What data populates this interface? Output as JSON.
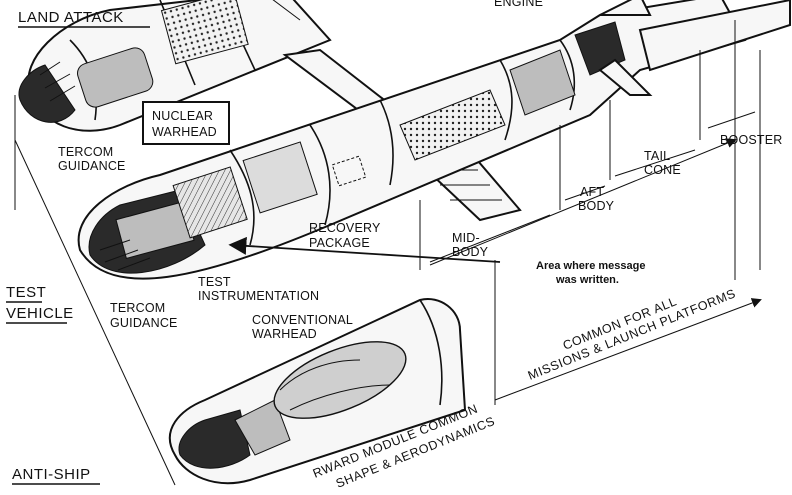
{
  "labels": {
    "land_attack": "LAND ATTACK",
    "engine": "ENGINE",
    "nuclear_warhead_1": "NUCLEAR",
    "nuclear_warhead_2": "WARHEAD",
    "tercom_guidance_top_1": "TERCOM",
    "tercom_guidance_top_2": "GUIDANCE",
    "booster": "BOOSTER",
    "tail_cone_1": "TAIL",
    "tail_cone_2": "CONE",
    "aft_body_1": "AFT",
    "aft_body_2": "BODY",
    "recovery_package_1": "RECOVERY",
    "recovery_package_2": "PACKAGE",
    "mid_body_1": "MID-",
    "mid_body_2": "BODY",
    "test_vehicle_1": "TEST",
    "test_vehicle_2": "VEHICLE",
    "test_instrumentation_1": "TEST",
    "test_instrumentation_2": "INSTRUMENTATION",
    "tercom_guidance_bottom_1": "TERCOM",
    "tercom_guidance_bottom_2": "GUIDANCE",
    "conventional_warhead_1": "CONVENTIONAL",
    "conventional_warhead_2": "WARHEAD",
    "common_1": "COMMON FOR ALL",
    "common_2": "MISSIONS & LAUNCH PLATFORMS",
    "forward_1": "RWARD MODULE COMMON",
    "forward_2": "SHAPE & AERODYNAMICS",
    "anti_ship": "ANTI-SHIP"
  },
  "annotation": {
    "line1": "Area where message",
    "line2": "was written."
  }
}
